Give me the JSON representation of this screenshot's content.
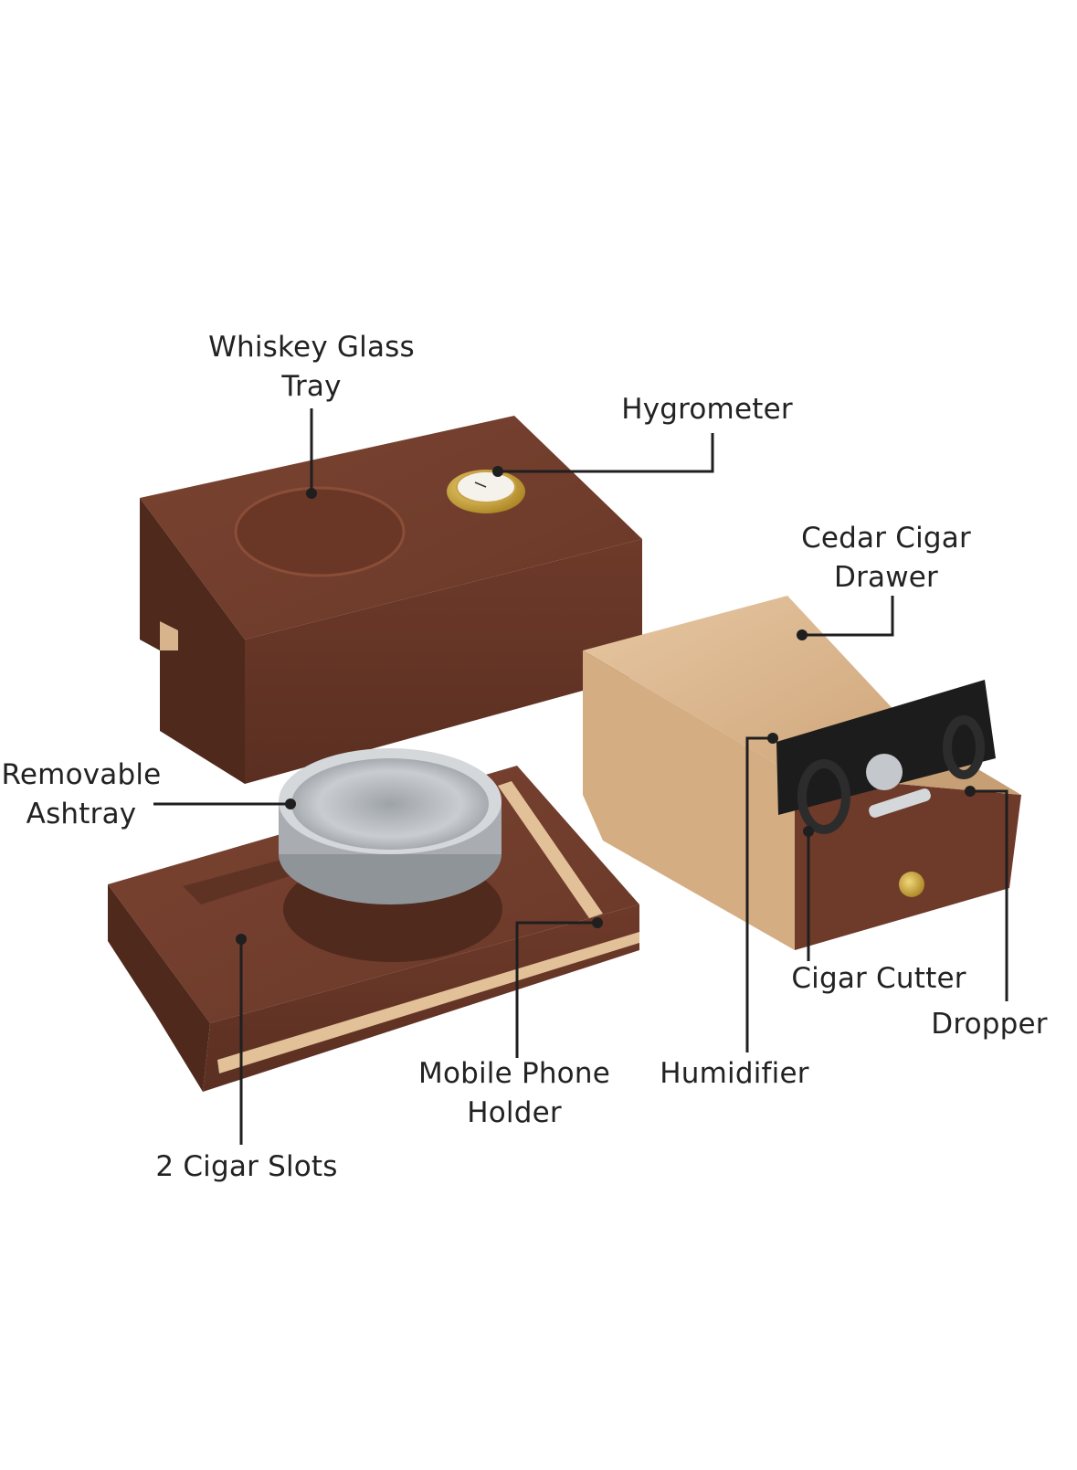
{
  "diagram": {
    "subject": "Cigar humidor with ashtray tray and cedar drawer",
    "colors": {
      "walnut": "#6b3a2a",
      "walnut_dark": "#4f2a1d",
      "walnut_light": "#7d4532",
      "cedar": "#d9b48c",
      "cedar_dark": "#c49a6f",
      "steel": "#b8bcc0",
      "brass": "#c9a233",
      "cutter_black": "#1c1c1c",
      "leader_line": "#1f1f1f",
      "text": "#222222"
    },
    "labels": [
      {
        "id": "whiskey-glass-tray",
        "text": "Whiskey Glass\nTray"
      },
      {
        "id": "hygrometer",
        "text": "Hygrometer"
      },
      {
        "id": "cedar-cigar-drawer",
        "text": "Cedar Cigar\nDrawer"
      },
      {
        "id": "removable-ashtray",
        "text": "Removable\nAshtray"
      },
      {
        "id": "cigar-cutter",
        "text": "Cigar Cutter"
      },
      {
        "id": "dropper",
        "text": "Dropper"
      },
      {
        "id": "humidifier",
        "text": "Humidifier"
      },
      {
        "id": "mobile-phone-holder",
        "text": "Mobile Phone\nHolder"
      },
      {
        "id": "cigar-slots",
        "text": "2 Cigar Slots"
      }
    ]
  }
}
